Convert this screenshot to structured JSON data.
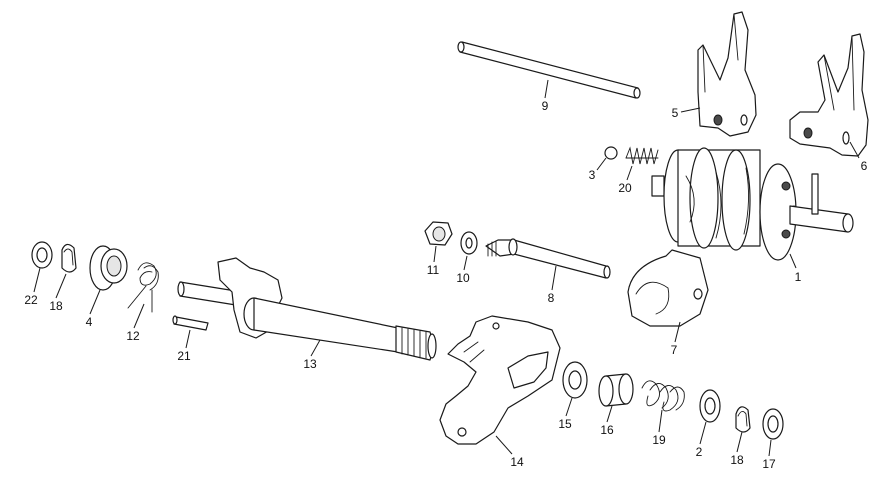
{
  "callouts": {
    "c1": "1",
    "c2": "2",
    "c3": "3",
    "c4": "4",
    "c5": "5",
    "c6": "6",
    "c7": "7",
    "c8": "8",
    "c9": "9",
    "c10": "10",
    "c11": "11",
    "c12": "12",
    "c13": "13",
    "c14": "14",
    "c15": "15",
    "c16": "16",
    "c17": "17",
    "c18a": "18",
    "c18b": "18",
    "c19": "19",
    "c20": "20",
    "c21": "21",
    "c22": "22"
  },
  "colors": {
    "line": "#1a1a1a",
    "fill": "#ffffff",
    "shade": "#e6e6e6",
    "background": "#ffffff"
  }
}
